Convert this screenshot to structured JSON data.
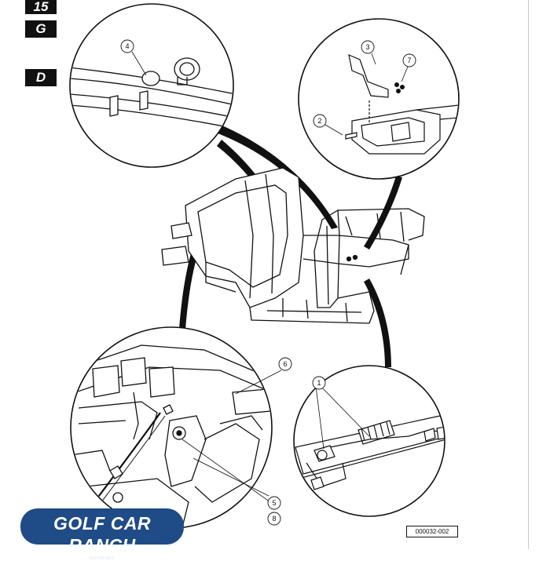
{
  "tabs": {
    "section_number": "15",
    "section_letter": "G",
    "variant_letter": "D"
  },
  "callouts": {
    "c1": "1",
    "c2": "2",
    "c3": "3",
    "c4": "4",
    "c5": "5",
    "c6": "6",
    "c7": "7",
    "c8": "8"
  },
  "logo": {
    "name": "GOLF CAR RANCH",
    "phone": "903-769-3600"
  },
  "figure_id": "000032-002",
  "colors": {
    "ink": "#111111",
    "logo_blue": "#1f4b86",
    "tab_black": "#111111"
  }
}
